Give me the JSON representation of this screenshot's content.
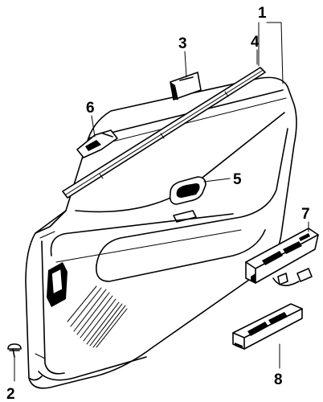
{
  "diagram": {
    "callouts": [
      {
        "id": "1",
        "label": "1"
      },
      {
        "id": "2",
        "label": "2"
      },
      {
        "id": "3",
        "label": "3"
      },
      {
        "id": "4",
        "label": "4"
      },
      {
        "id": "5",
        "label": "5"
      },
      {
        "id": "6",
        "label": "6"
      },
      {
        "id": "7",
        "label": "7"
      },
      {
        "id": "8",
        "label": "8"
      }
    ],
    "parts": [
      {
        "id": "door-trim-panel",
        "callout": "1"
      },
      {
        "id": "push-clip",
        "callout": "2"
      },
      {
        "id": "pull-handle-cover",
        "callout": "3"
      },
      {
        "id": "belt-weatherstrip",
        "callout": "4"
      },
      {
        "id": "handle-bezel",
        "callout": "5"
      },
      {
        "id": "inside-handle",
        "callout": "6"
      },
      {
        "id": "master-window-switch",
        "callout": "7"
      },
      {
        "id": "window-switch-bezel",
        "callout": "8"
      }
    ]
  }
}
